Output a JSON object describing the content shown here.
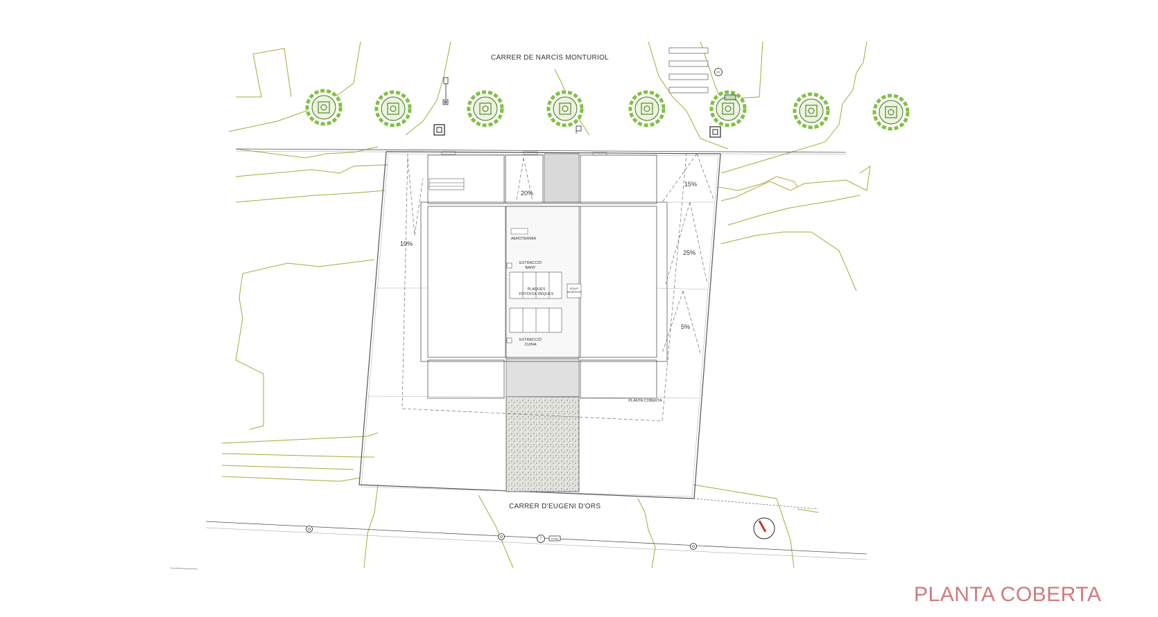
{
  "title": "PLANTA COBERTA",
  "streets": {
    "north": "CARRER DE NARCÍS MONTURIOL",
    "south": "CARRER D'EUGENI D'ORS"
  },
  "slopes": {
    "west": "10%",
    "top_center": "20%",
    "east_top": "15%",
    "east_mid": "25%",
    "east_low": "5%"
  },
  "labels": {
    "aeroterma": "AEROTERMIA",
    "extraccio_bany": "EXTRACCIÓ\nBANY",
    "plaques": "PLAQUES\nFOTOVOLTAIQUES",
    "extraccio_cuina": "EXTRACCIÓ\nCUINA",
    "planta_coberta_tag": "PLANTA COBERTA",
    "equip_box": "EQUIP\nINVERSOR",
    "meter_tag": "TOTAL"
  },
  "colors": {
    "contour": "#a8a83a",
    "tree": "#7fc241",
    "tree_dark": "#3d6b1a",
    "title": "#d27a7a",
    "line": "#555555",
    "grey_fill": "#d9d9d9",
    "north_arrow": "#c0392b"
  }
}
